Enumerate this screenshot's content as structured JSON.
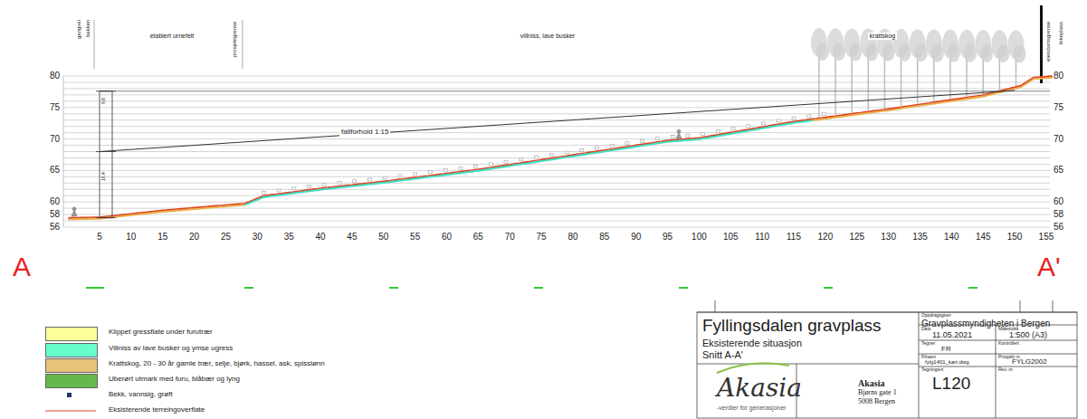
{
  "diagram": {
    "title": "Fyllingsdalen gravplass",
    "labels": [
      "gangvei",
      "bakken",
      "etablert urnefelt",
      "prosjektgrense",
      "villniss, lave busker",
      "krattskog",
      "eiendomsgrense",
      "lekeplass",
      "80",
      "75",
      "70",
      "65",
      "60",
      "58",
      "56",
      "80",
      "75",
      "70",
      "65",
      "60",
      "58",
      "56",
      "5",
      "10",
      "15",
      "20",
      "25",
      "30",
      "35",
      "40",
      "45",
      "50",
      "55",
      "60",
      "65",
      "70",
      "75",
      "80",
      "85",
      "90",
      "95",
      "100",
      "105",
      "110",
      "115",
      "120",
      "125",
      "130",
      "135",
      "140",
      "145",
      "150",
      "155",
      "fallforhold 1:15",
      "9,6",
      "10,4",
      "A",
      "A'",
      "Eksisterende situasjon",
      "Snitt A-A'",
      "Oppdragsgiver",
      "Gravplassmyndigheten i Bergen",
      "Dato",
      "11.05.2021",
      "Målestokk",
      "1:500 (A3)",
      "Tegner",
      "FR",
      "Kontrollert",
      "Filnavn",
      "fylg1401_kart.dwg",
      "Prosjekt nr.",
      "FYLG2002",
      "Tegningsnr.",
      "L120",
      "Rev. nr.",
      "Akasia",
      "-verdier for generasjoner",
      "Akasia",
      "Bjørns gate 1",
      "5008 Bergen"
    ],
    "legend": [
      {
        "text": "Klippet gressflate under furutrær",
        "color": "#ffff99"
      },
      {
        "text": "Villniss av lave busker og ymse ugress",
        "color": "#66ffcc"
      },
      {
        "text": "Krattskog, 20 - 30 år gamle trær, selje, bjørk, hassel, ask, spisslønn",
        "color": "#e6c27a"
      },
      {
        "text": "Uberørt utmark med furu, blåbær og lyng",
        "color": "#66b84a"
      },
      {
        "text": "Bekk, vannsig, grøft"
      },
      {
        "text": "Eksisterende terreingoverflate"
      }
    ]
  }
}
